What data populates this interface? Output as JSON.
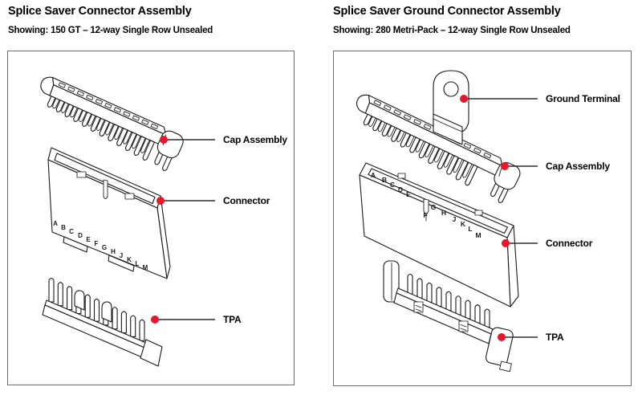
{
  "left_panel": {
    "title": "Splice Saver Connector Assembly",
    "subtitle": "Showing: 150 GT – 12-way Single Row Unsealed",
    "callouts": {
      "cap": "Cap Assembly",
      "connector": "Connector",
      "tpa": "TPA"
    },
    "cavity_letters": [
      "A",
      "B",
      "C",
      "D",
      "E",
      "F",
      "G",
      "H",
      "J",
      "K",
      "L",
      "M"
    ]
  },
  "right_panel": {
    "title": "Splice Saver Ground Connector Assembly",
    "subtitle": "Showing: 280 Metri-Pack – 12-way Single Row Unsealed",
    "callouts": {
      "ground": "Ground Terminal",
      "cap": "Cap Assembly",
      "connector": "Connector",
      "tpa": "TPA"
    },
    "cavity_letters": [
      "A",
      "B",
      "C",
      "D",
      "E",
      "F",
      "G",
      "H",
      "J",
      "K",
      "L",
      "M"
    ]
  },
  "colors": {
    "callout_dot": "#e4172b",
    "line_art": "#1a1a1a",
    "frame_border": "#6e6e6e"
  }
}
